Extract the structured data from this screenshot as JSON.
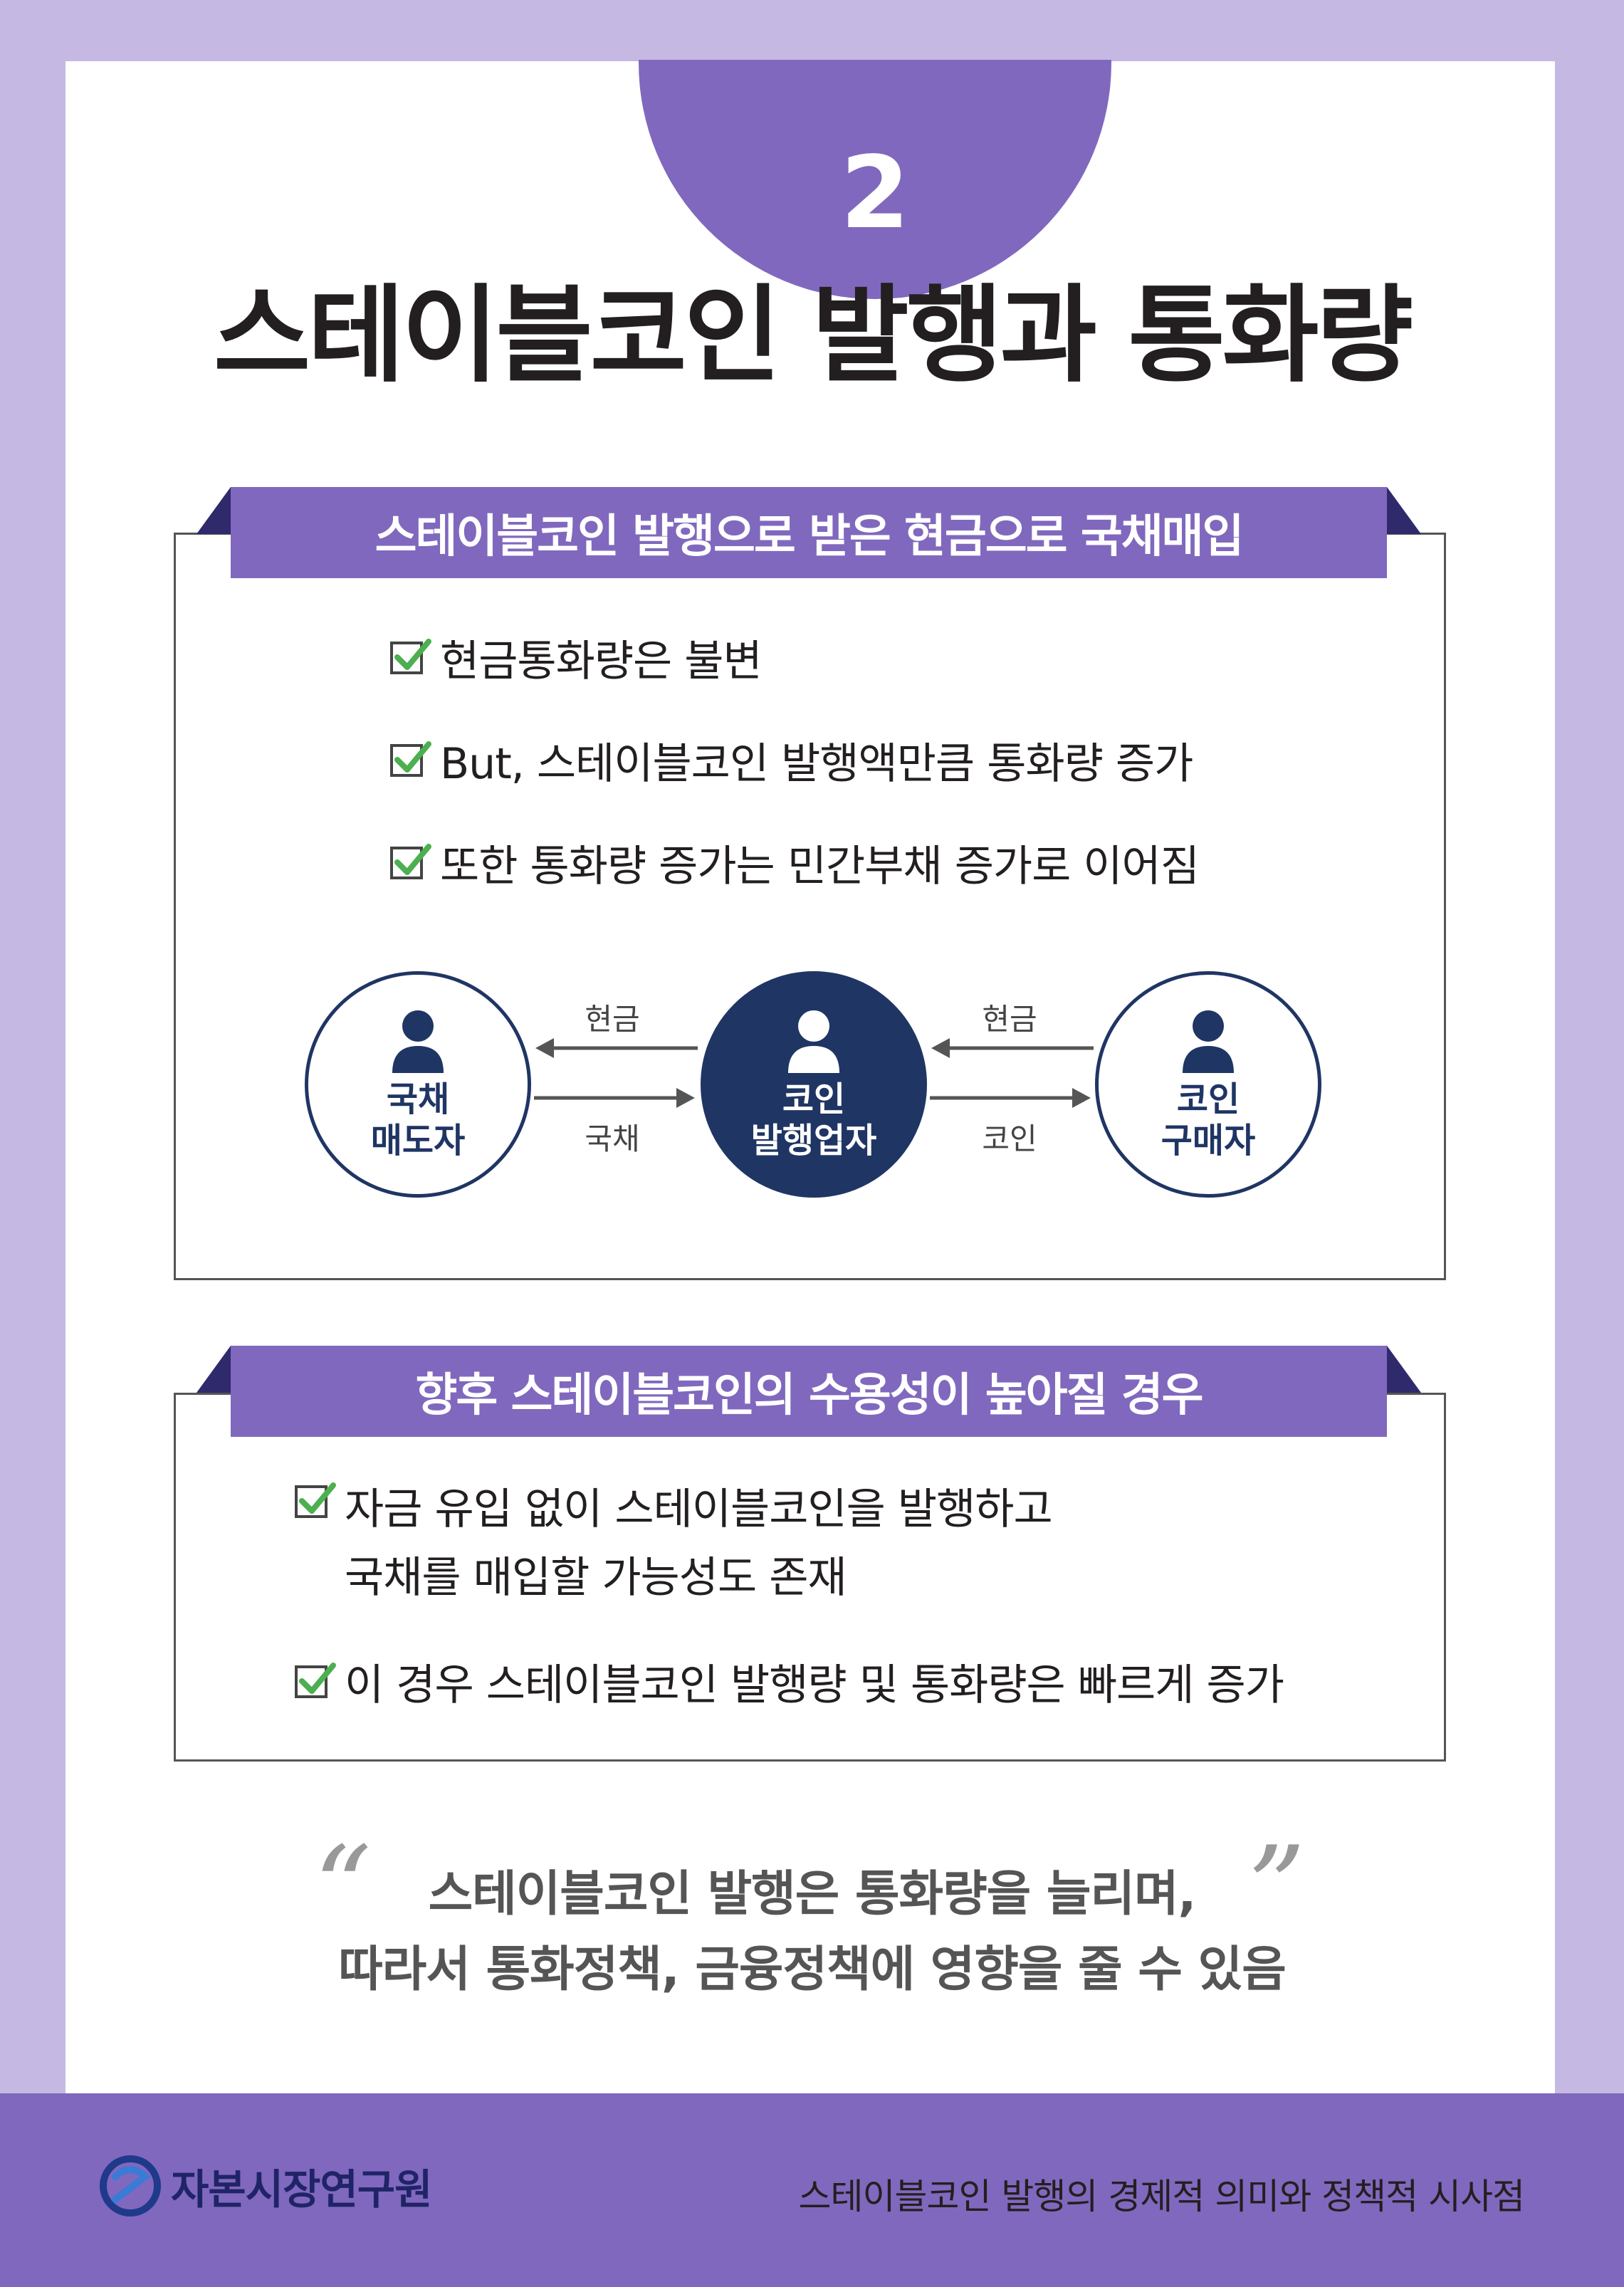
{
  "badge": {
    "number": "2"
  },
  "title": "스테이블코인 발행과 통화량",
  "section1": {
    "header": "스테이블코인 발행으로 받은 현금으로 국채매입",
    "items": [
      "현금통화량은 불변",
      "But, 스테이블코인 발행액만큼 통화량 증가",
      "또한 통화량 증가는 민간부채 증가로 이어짐"
    ],
    "diagram": {
      "left": {
        "line1": "국채",
        "line2": "매도자"
      },
      "center": {
        "line1": "코인",
        "line2": "발행업자"
      },
      "right": {
        "line1": "코인",
        "line2": "구매자"
      },
      "left_top_label": "현금",
      "left_bottom_label": "국채",
      "right_top_label": "현금",
      "right_bottom_label": "코인"
    }
  },
  "section2": {
    "header": "향후 스테이블코인의 수용성이 높아질 경우",
    "item1_line1": "자금 유입 없이 스테이블코인을 발행하고",
    "item1_line2": "국채를 매입할 가능성도 존재",
    "item2": "이 경우 스테이블코인 발행량 및 통화량은 빠르게 증가"
  },
  "quote": {
    "line1": "스테이블코인 발행은 통화량을 늘리며,",
    "line2": "따라서 통화정책, 금융정책에 영향을 줄 수 있음"
  },
  "footer": {
    "logo_text": "자본시장연구원",
    "right_text": "스테이블코인 발행의 경제적 의미와 정책적 시사점"
  },
  "colors": {
    "accent": "#8068be",
    "frame": "#c5b9e3",
    "navy": "#1f3564",
    "check": "#4caf50"
  },
  "icons": [
    "check-icon",
    "person-icon",
    "arrow-left-icon",
    "arrow-right-icon",
    "open-quote-icon",
    "close-quote-icon",
    "logo-icon"
  ]
}
